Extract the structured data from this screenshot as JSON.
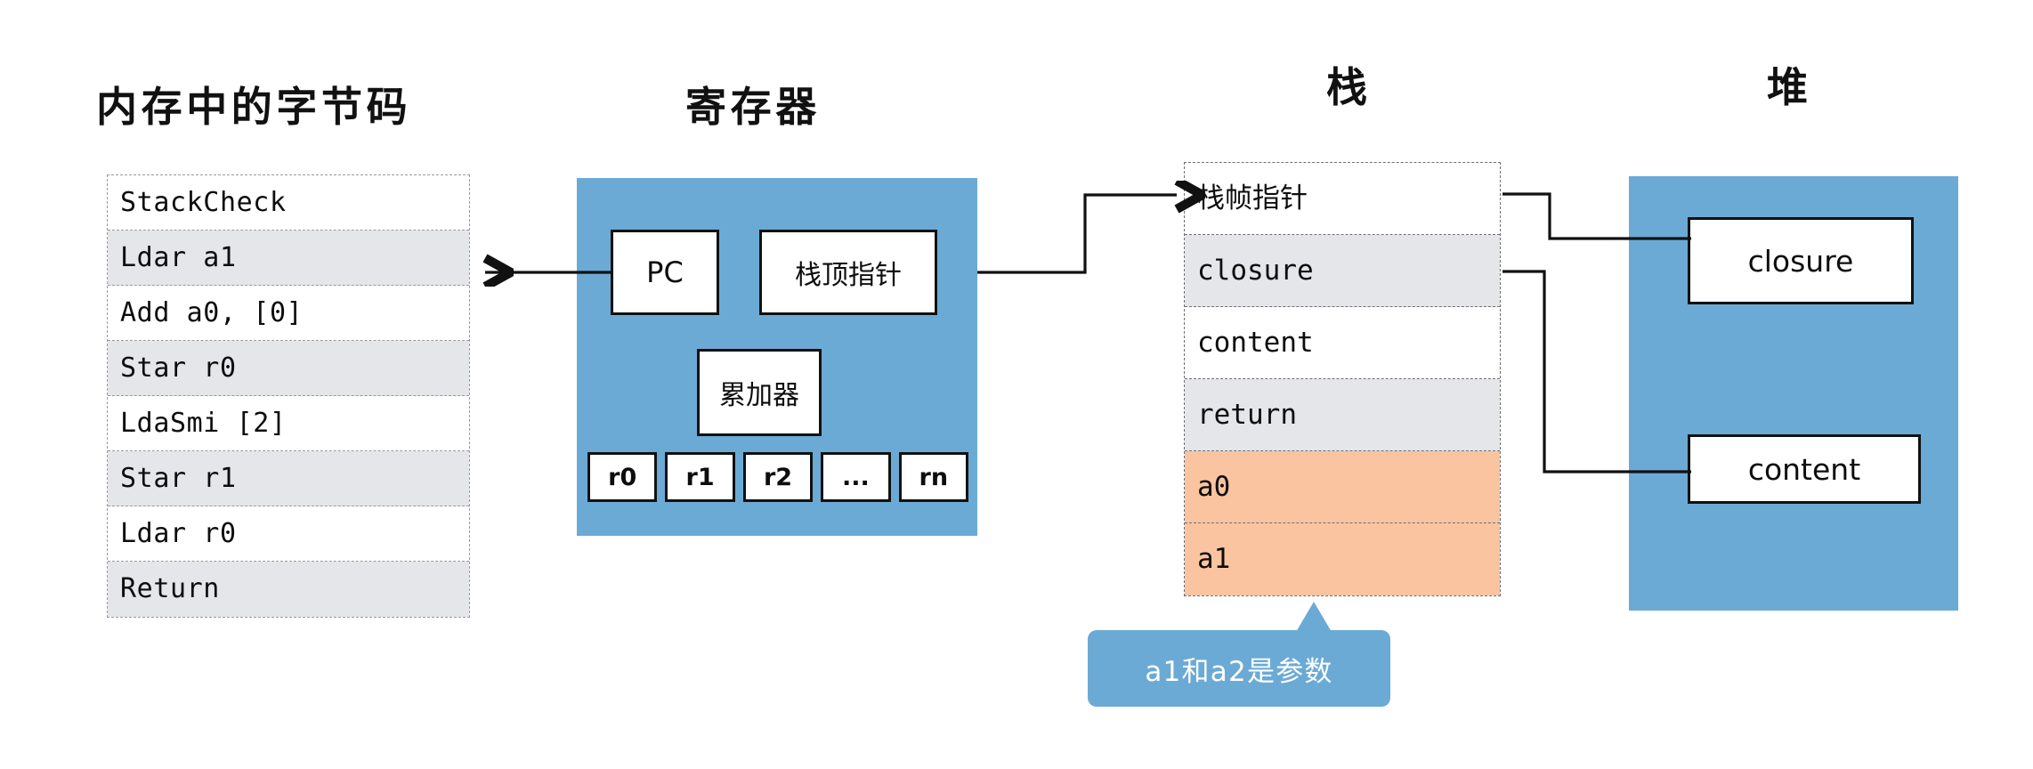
{
  "headings": {
    "bytecode": "内存中的字节码",
    "register": "寄存器",
    "stack": "栈",
    "heap": "堆"
  },
  "bytecode": {
    "rows": [
      {
        "text": "StackCheck",
        "shaded": false
      },
      {
        "text": "Ldar a1",
        "shaded": true
      },
      {
        "text": "Add a0, [0]",
        "shaded": false
      },
      {
        "text": "Star r0",
        "shaded": true
      },
      {
        "text": "LdaSmi [2]",
        "shaded": false
      },
      {
        "text": "Star r1",
        "shaded": true
      },
      {
        "text": "Ldar r0",
        "shaded": false
      },
      {
        "text": "Return",
        "shaded": true
      }
    ]
  },
  "register": {
    "pc_label": "PC",
    "stack_top_pointer_label": "栈顶指针",
    "accumulator_label": "累加器",
    "slots": [
      "r0",
      "r1",
      "r2",
      "...",
      "rn"
    ]
  },
  "stack": {
    "rows": [
      {
        "text": "栈帧指针",
        "style": "plain",
        "script": "cjk"
      },
      {
        "text": "closure",
        "style": "shaded",
        "script": "mono"
      },
      {
        "text": "content",
        "style": "plain",
        "script": "mono"
      },
      {
        "text": "return",
        "style": "shaded",
        "script": "mono"
      },
      {
        "text": "a0",
        "style": "param",
        "script": "mono"
      },
      {
        "text": "a1",
        "style": "param",
        "script": "mono"
      }
    ]
  },
  "heap": {
    "closure_label": "closure",
    "content_label": "content"
  },
  "callout": {
    "text": "a1和a2是参数"
  },
  "colors": {
    "panel_blue": "#6BAAD5",
    "row_shaded": "#e4e6e9",
    "param_orange": "#FBC4A0",
    "stroke": "#111111",
    "dashed_border": "#9a9a9a"
  }
}
